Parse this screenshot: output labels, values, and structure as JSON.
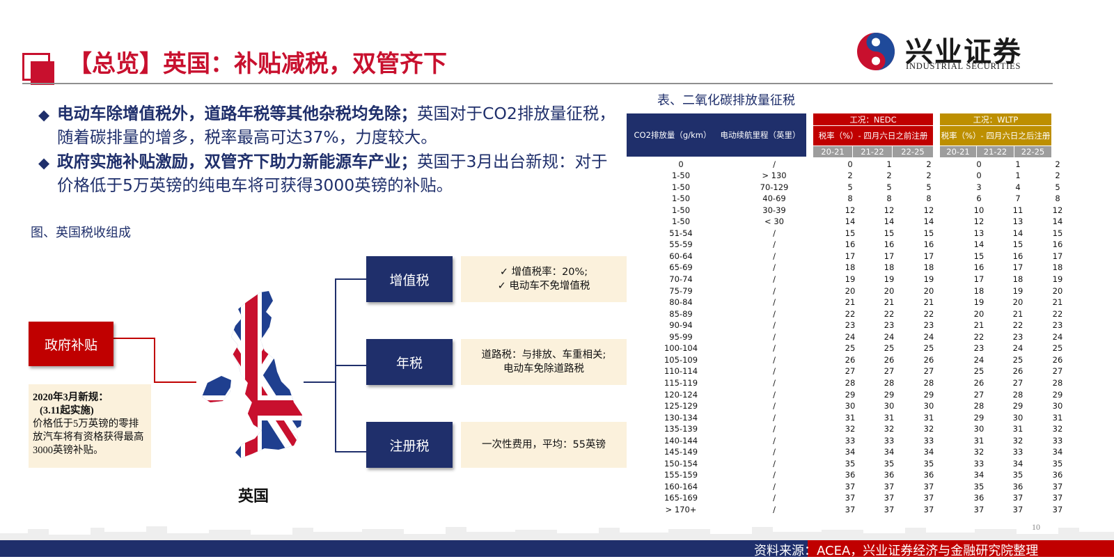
{
  "header": {
    "title": "【总览】英国：补贴减税，双管齐下",
    "logo_cn": "兴业证券",
    "logo_en": "INDUSTRIAL SECURITIES"
  },
  "bullets": [
    {
      "bold": "电动车除增值税外，道路年税等其他杂税均免除；",
      "text": "英国对于CO2排放量征税，随着碳排量的增多，税率最高可达37%，力度较大。"
    },
    {
      "bold": "政府实施补贴激励，双管齐下助力新能源车产业；",
      "text": "英国于3月出台新规：对于价格低于5万英镑的纯电车将可获得3000英镑的补贴。"
    }
  ],
  "figure": {
    "caption": "图、英国税收组成",
    "gov_subsidy": "政府补贴",
    "note": {
      "line1": "2020年3月新规：",
      "line2": "(3.11起实施)",
      "line3": "价格低于5万英镑的零排放汽车将有资格获得最高3000英镑补贴。"
    },
    "country": "英国",
    "taxes": [
      {
        "name": "增值税",
        "lines": [
          "✓  增值税率：20%;",
          "✓  电动车不免增值税"
        ]
      },
      {
        "name": "年税",
        "lines": [
          "道路税：与排放、车重相关;",
          "电动车免除道路税"
        ]
      },
      {
        "name": "注册税",
        "lines": [
          "一次性费用，平均：55英镑"
        ]
      }
    ]
  },
  "table": {
    "caption": "表、二氧化碳排放量征税",
    "col_co2": "CO2排放量（g/km）",
    "col_range": "电动续航里程（英里）",
    "nedc_title": "工况：NEDC",
    "nedc_sub": "税率（%）- 四月六日之前注册",
    "wltp_title": "工况：WLTP",
    "wltp_sub": "税率（%）- 四月六日之后注册",
    "years": [
      "20-21",
      "21-22",
      "22-25",
      "20-21",
      "21-22",
      "22-25"
    ],
    "rows": [
      [
        "0",
        "/",
        "0",
        "1",
        "2",
        "0",
        "1",
        "2"
      ],
      [
        "1-50",
        "> 130",
        "2",
        "2",
        "2",
        "0",
        "1",
        "2"
      ],
      [
        "1-50",
        "70-129",
        "5",
        "5",
        "5",
        "3",
        "4",
        "5"
      ],
      [
        "1-50",
        "40-69",
        "8",
        "8",
        "8",
        "6",
        "7",
        "8"
      ],
      [
        "1-50",
        "30-39",
        "12",
        "12",
        "12",
        "10",
        "11",
        "12"
      ],
      [
        "1-50",
        "< 30",
        "14",
        "14",
        "14",
        "12",
        "13",
        "14"
      ],
      [
        "51-54",
        "/",
        "15",
        "15",
        "15",
        "13",
        "14",
        "15"
      ],
      [
        "55-59",
        "/",
        "16",
        "16",
        "16",
        "14",
        "15",
        "16"
      ],
      [
        "60-64",
        "/",
        "17",
        "17",
        "17",
        "15",
        "16",
        "17"
      ],
      [
        "65-69",
        "/",
        "18",
        "18",
        "18",
        "16",
        "17",
        "18"
      ],
      [
        "70-74",
        "/",
        "19",
        "19",
        "19",
        "17",
        "18",
        "19"
      ],
      [
        "75-79",
        "/",
        "20",
        "20",
        "20",
        "18",
        "19",
        "20"
      ],
      [
        "80-84",
        "/",
        "21",
        "21",
        "21",
        "19",
        "20",
        "21"
      ],
      [
        "85-89",
        "/",
        "22",
        "22",
        "22",
        "20",
        "21",
        "22"
      ],
      [
        "90-94",
        "/",
        "23",
        "23",
        "23",
        "21",
        "22",
        "23"
      ],
      [
        "95-99",
        "/",
        "24",
        "24",
        "24",
        "22",
        "23",
        "24"
      ],
      [
        "100-104",
        "/",
        "25",
        "25",
        "25",
        "23",
        "24",
        "25"
      ],
      [
        "105-109",
        "/",
        "26",
        "26",
        "26",
        "24",
        "25",
        "26"
      ],
      [
        "110-114",
        "/",
        "27",
        "27",
        "27",
        "25",
        "26",
        "27"
      ],
      [
        "115-119",
        "/",
        "28",
        "28",
        "28",
        "26",
        "27",
        "28"
      ],
      [
        "120-124",
        "/",
        "29",
        "29",
        "29",
        "27",
        "28",
        "29"
      ],
      [
        "125-129",
        "/",
        "30",
        "30",
        "30",
        "28",
        "29",
        "30"
      ],
      [
        "130-134",
        "/",
        "31",
        "31",
        "31",
        "29",
        "30",
        "31"
      ],
      [
        "135-139",
        "/",
        "32",
        "32",
        "32",
        "30",
        "31",
        "32"
      ],
      [
        "140-144",
        "/",
        "33",
        "33",
        "33",
        "31",
        "32",
        "33"
      ],
      [
        "145-149",
        "/",
        "34",
        "34",
        "34",
        "32",
        "33",
        "34"
      ],
      [
        "150-154",
        "/",
        "35",
        "35",
        "35",
        "33",
        "34",
        "35"
      ],
      [
        "155-159",
        "/",
        "36",
        "36",
        "36",
        "34",
        "35",
        "36"
      ],
      [
        "160-164",
        "/",
        "37",
        "37",
        "37",
        "35",
        "36",
        "37"
      ],
      [
        "165-169",
        "/",
        "37",
        "37",
        "37",
        "36",
        "37",
        "37"
      ],
      [
        "> 170+",
        "/",
        "37",
        "37",
        "37",
        "37",
        "37",
        "37"
      ]
    ]
  },
  "page_number": "10",
  "footer": {
    "source": "资料来源：ACEA，兴业证券经济与金融研究院整理"
  },
  "colors": {
    "red": "#c00000",
    "navy": "#1f2f6b",
    "gold": "#bd8f00",
    "cream": "#fbf1dc"
  }
}
